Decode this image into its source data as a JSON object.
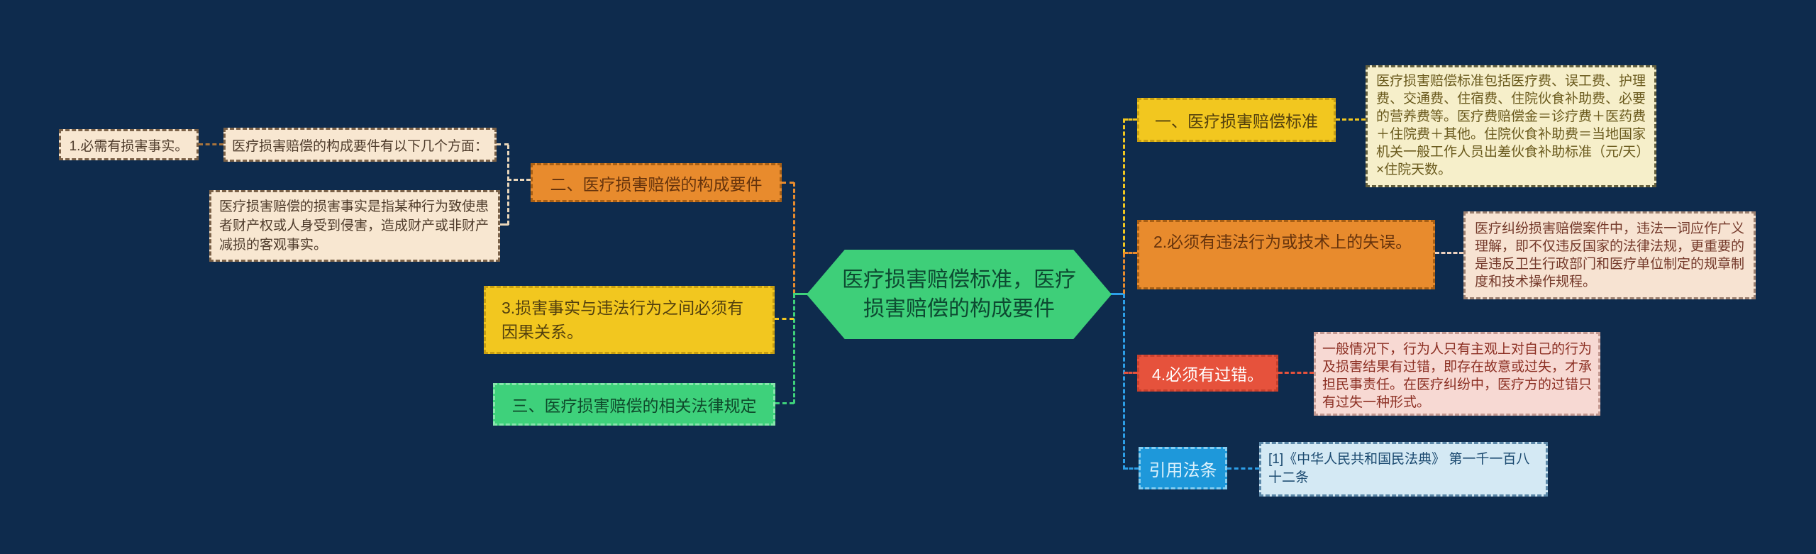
{
  "central": {
    "text": "医疗损害赔偿标准，医疗损害赔偿的构成要件"
  },
  "left_branch": {
    "item1": "1.必需有损害事实。",
    "aspects": "医疗损害赔偿的构成要件有以下几个方面：",
    "fact_desc": "医疗损害赔偿的损害事实是指某种行为致使患者财产权或人身受到侵害，造成财产或非财产减损的客观事实。",
    "branch2": "二、医疗损害赔偿的构成要件",
    "item3": "3.损害事实与违法行为之间必须有因果关系。",
    "branch3": "三、医疗损害赔偿的相关法律规定"
  },
  "right_branch": {
    "branch1": "一、医疗损害赔偿标准",
    "standard_desc": "医疗损害赔偿标准包括医疗费、误工费、护理费、交通费、住宿费、住院伙食补助费、必要的营养费等。医疗费赔偿金＝诊疗费＋医药费＋住院费＋其他。住院伙食补助费＝当地国家机关一般工作人员出差伙食补助标准（元/天）×住院天数。",
    "item2": "2.必须有违法行为或技术上的失误。",
    "illegal_desc": "医疗纠纷损害赔偿案件中，违法一词应作广义理解，即不仅违反国家的法律法规，更重要的是违反卫生行政部门和医疗单位制定的规章制度和技术操作规程。",
    "item4": "4.必须有过错。",
    "fault_desc": "一般情况下，行为人只有主观上对自己的行为及损害结果有过错，即存在故意或过失，才承担民事责任。在医疗纠纷中，医疗方的过错只有过失一种形式。",
    "law_ref": "引用法条",
    "law_desc": "[1]《中华人民共和国民法典》 第一千一百八十二条"
  },
  "colors": {
    "background": "#0e2b4d",
    "central_green": "#3ecf79",
    "orange": "#e88b2d",
    "yellow": "#f2c71f",
    "green": "#3ed17b",
    "red": "#e6523c",
    "blue": "#2d9fe8",
    "cream": "#f8e7d1",
    "pale_yellow": "#f6efca",
    "pink": "#f7d9d3",
    "peach": "#f7e3d2",
    "ref_blue": "#1e98da",
    "light_blue": "#d4e9f4"
  }
}
